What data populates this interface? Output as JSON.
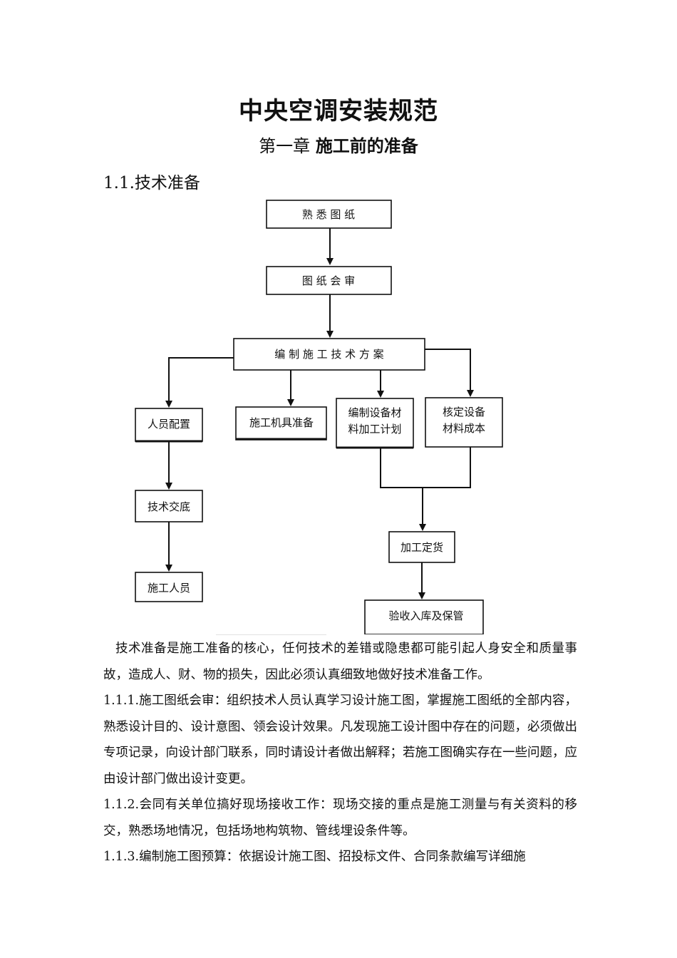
{
  "doc": {
    "title": "中央空调安装规范",
    "chapter_prefix": "第一章",
    "chapter_title": "施工前的准备",
    "section": "1.1.技术准备"
  },
  "flowchart": {
    "n1": "熟 悉 图 纸",
    "n2": "图 纸 会 审",
    "n3": "编 制 施 工 技 术 方 案",
    "n4": "人员配置",
    "n5": "施工机具准备",
    "n6_line1": "编制设备材",
    "n6_line2": "料加工计划",
    "n7_line1": "核定设备",
    "n7_line2": "材料成本",
    "n8": "技术交底",
    "n9": "施工人员",
    "n10": "加工定货",
    "n11": "验收入库及保管"
  },
  "paragraphs": {
    "p1": "技术准备是施工准备的核心，任何技术的差错或隐患都可能引起人身安全和质量事故，造成人、财、物的损失，因此必须认真细致地做好技术准备工作。",
    "p2": "1.1.1.施工图纸会审：组织技术人员认真学习设计施工图，掌握施工图纸的全部内容，熟悉设计目的、设计意图、领会设计效果。凡发现施工设计图中存在的问题，必须做出专项记录，向设计部门联系，同时请设计者做出解释；若施工图确实存在一些问题，应由设计部门做出设计变更。",
    "p3": "1.1.2.会同有关单位搞好现场接收工作：现场交接的重点是施工测量与有关资料的移交，熟悉场地情况，包括场地构筑物、管线埋设条件等。",
    "p4": "1.1.3.编制施工图预算：依据设计施工图、招投标文件、合同条款编写详细施"
  }
}
